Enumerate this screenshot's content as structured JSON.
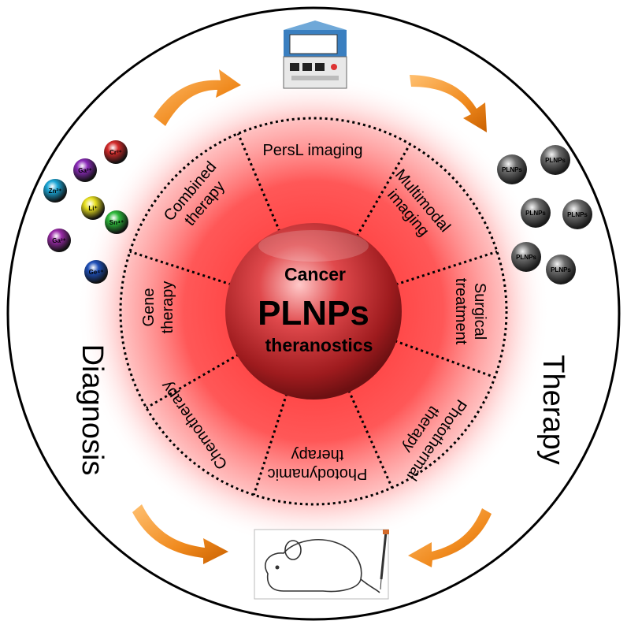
{
  "center": {
    "top": "Cancer",
    "main": "PLNPs",
    "bottom": "theranostics"
  },
  "segments": [
    {
      "lines": [
        "PersL imaging"
      ]
    },
    {
      "lines": [
        "Multimodal",
        "imaging"
      ]
    },
    {
      "lines": [
        "Surgical",
        "treatment"
      ]
    },
    {
      "lines": [
        "Photothermal",
        "therapy"
      ]
    },
    {
      "lines": [
        "Photodynamic",
        "therapy"
      ]
    },
    {
      "lines": [
        "Chemotherapy"
      ]
    },
    {
      "lines": [
        "Gene",
        "therapy"
      ]
    },
    {
      "lines": [
        "Combined",
        "therapy"
      ]
    }
  ],
  "side_labels": {
    "left": "Diagnosis",
    "right": "Therapy"
  },
  "ions": [
    {
      "label": "Cr³⁺",
      "color": "#d42a2a"
    },
    {
      "label": "Ga³⁺",
      "color": "#8a2ab8"
    },
    {
      "label": "Zn²⁺",
      "color": "#1aa6d6"
    },
    {
      "label": "Li⁺",
      "color": "#e8e020"
    },
    {
      "label": "Sn⁴⁺",
      "color": "#2cb83a"
    },
    {
      "label": "Ga³⁺",
      "color": "#9a2aa8"
    },
    {
      "label": "Ge⁴⁺",
      "color": "#1e4fb8"
    }
  ],
  "particles": [
    {
      "label": "PLNPs"
    },
    {
      "label": "PLNPs"
    },
    {
      "label": "PLNPs"
    },
    {
      "label": "PLNPs"
    },
    {
      "label": "PLNPs"
    },
    {
      "label": "PLNPs"
    }
  ],
  "colors": {
    "glow": "#ff3030",
    "sphere": "#c8272b",
    "arrow": "#f08a1e",
    "ring_border": "#000000"
  },
  "icons": {
    "top": "furnace-icon",
    "bottom": "mouse-injection-icon"
  }
}
